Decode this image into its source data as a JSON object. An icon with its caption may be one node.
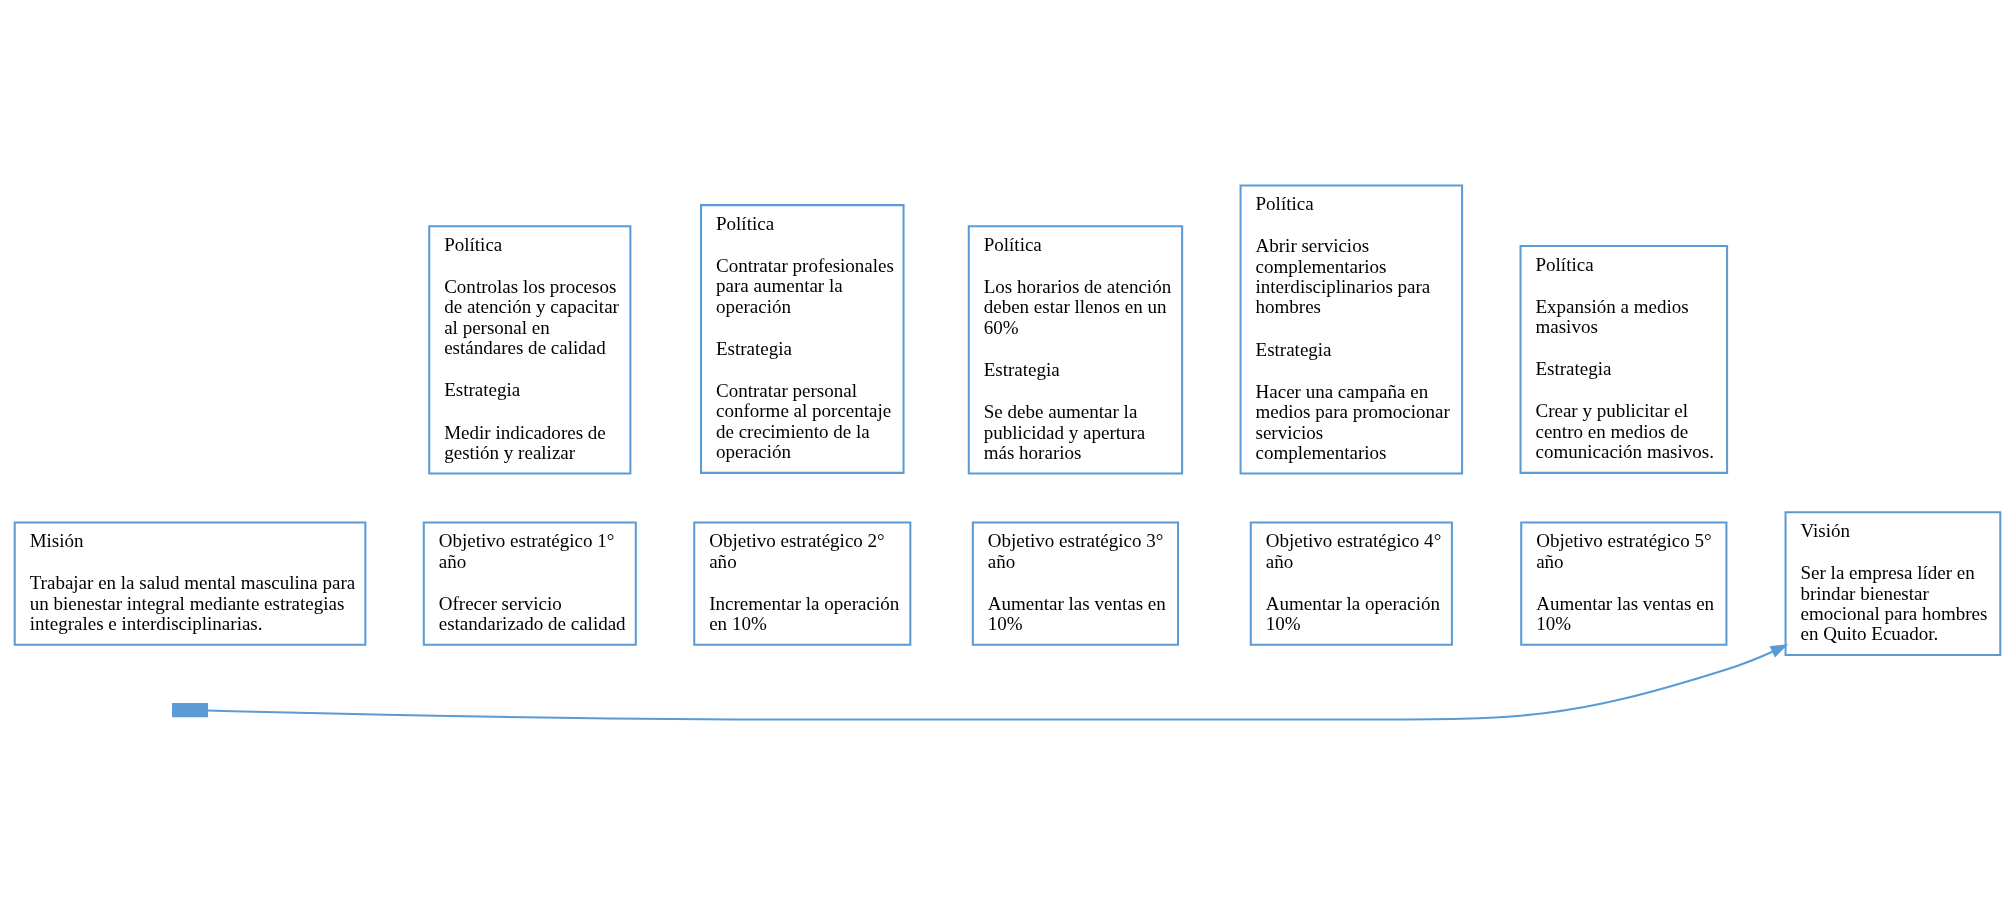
{
  "diagram": {
    "nodes": [
      {
        "text": [
          "Misión",
          "Trabajar en la salud mental masculina para un bienestar integral mediante estrategias integrales e interdisciplinarias."
        ]
      },
      {
        "text": [
          "Objetivo estratégico 1° año",
          "Ofrecer servicio estandarizado de calidad"
        ]
      },
      {
        "text": [
          "Política",
          "Controlas los procesos de atención y capacitar al personal en estándares de calidad",
          "Estrategia",
          "Medir indicadores de gestión y realizar"
        ]
      },
      {
        "text": [
          "Objetivo estratégico 2° año",
          "Incrementar la operación en 10%"
        ]
      },
      {
        "text": [
          "Política",
          "Contratar profesionales para aumentar la operación",
          "Estrategia",
          "Contratar personal conforme al porcentaje de crecimiento de la operación"
        ]
      },
      {
        "text": [
          "Objetivo estratégico 3° año",
          "Aumentar las ventas en 10%"
        ]
      },
      {
        "text": [
          "Política",
          "Los horarios de atención deben estar llenos en un 60%",
          "Estrategia",
          "Se debe aumentar la publicidad y apertura más horarios"
        ]
      },
      {
        "text": [
          "Objetivo estratégico 4° año",
          "Aumentar la operación 10%"
        ]
      },
      {
        "text": [
          "Política",
          "Abrir servicios complementarios interdisciplinarios para hombres",
          "Estrategia",
          "Hacer una campaña en medios para promocionar servicios complementarios"
        ]
      },
      {
        "text": [
          "Objetivo estratégico 5° año",
          "Aumentar las ventas en 10%"
        ]
      },
      {
        "text": [
          "Política",
          "Expansión a medios masivos",
          "Estrategia",
          "Crear y publicitar el centro en medios de comunicación masivos."
        ]
      },
      {
        "text": [
          "Visión",
          "Ser la empresa líder en brindar bienestar emocional para hombres en Quito Ecuador."
        ]
      },
      {
        "text": [],
        "shape": "box"
      }
    ],
    "edges": [
      {
        "from": 12,
        "to": 11,
        "arrow": "to"
      }
    ]
  }
}
